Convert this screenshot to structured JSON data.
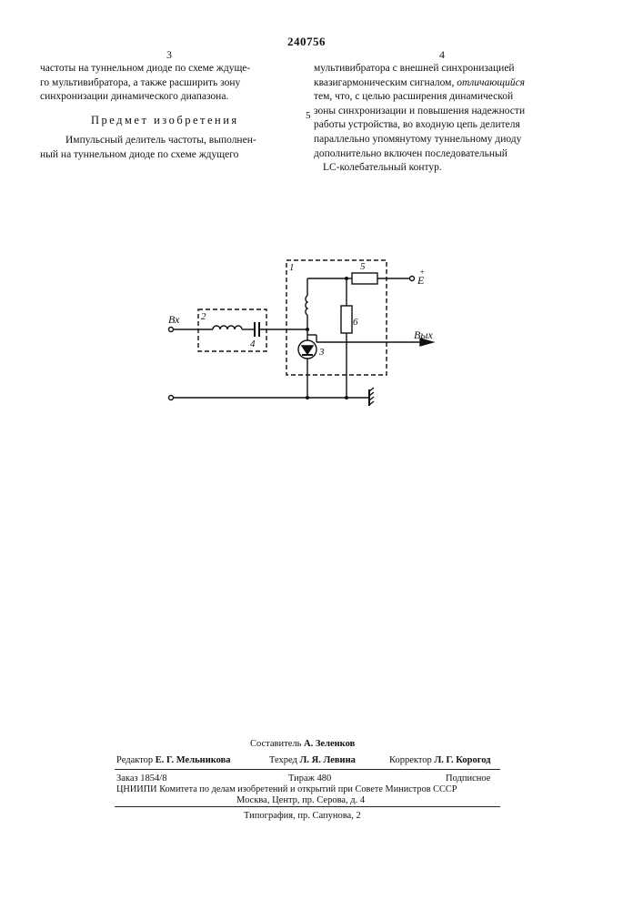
{
  "header": {
    "patent_number": "240756",
    "col_left_number": "3",
    "col_right_number": "4"
  },
  "text": {
    "left_top": [
      "частоты на туннельном диоде по схеме ждуще-",
      "го мультивибратора, а также расширить зону",
      "синхронизации динамического диапазона."
    ],
    "heading": "Предмет изобретения",
    "left_bottom": [
      "Импульсный делитель частоты, выполнен-",
      "ный на туннельном диоде по схеме ждущего"
    ],
    "right_col": [
      "мультивибратора с внешней синхронизацией",
      "квазигармоническим сигналом,",
      "отличающийся",
      "тем, что, с целью расширения динамической",
      "зоны синхронизации и повышения надежности",
      "работы устройства, во входную цепь делителя",
      "параллельно упомянутому туннельному диоду",
      "дополнительно включен последовательный",
      "LC-колебательный контур."
    ],
    "line_marker": "5"
  },
  "circuit": {
    "input_label": "Вх",
    "output_label": "Вых",
    "supply_label": "E",
    "supply_sign": "+",
    "labels": [
      "1",
      "2",
      "3",
      "4",
      "5",
      "6"
    ]
  },
  "footer": {
    "composer_label": "Составитель",
    "composer_name": "А. Зеленков",
    "editor_label": "Редактор",
    "editor_name": "Е. Г. Мельникова",
    "techred_label": "Техред",
    "techred_name": "Л. Я. Левина",
    "corrector_label": "Корректор",
    "corrector_name": "Л. Г. Корогод",
    "order": "Заказ 1854/8",
    "print_run": "Тираж 480",
    "subscription": "Подписное",
    "institute": "ЦНИИПИ Комитета по делам изобретений и открытий при Совете Министров СССР",
    "address": "Москва, Центр, пр. Серова, д. 4",
    "printing_house": "Типография, пр. Сапунова, 2"
  }
}
